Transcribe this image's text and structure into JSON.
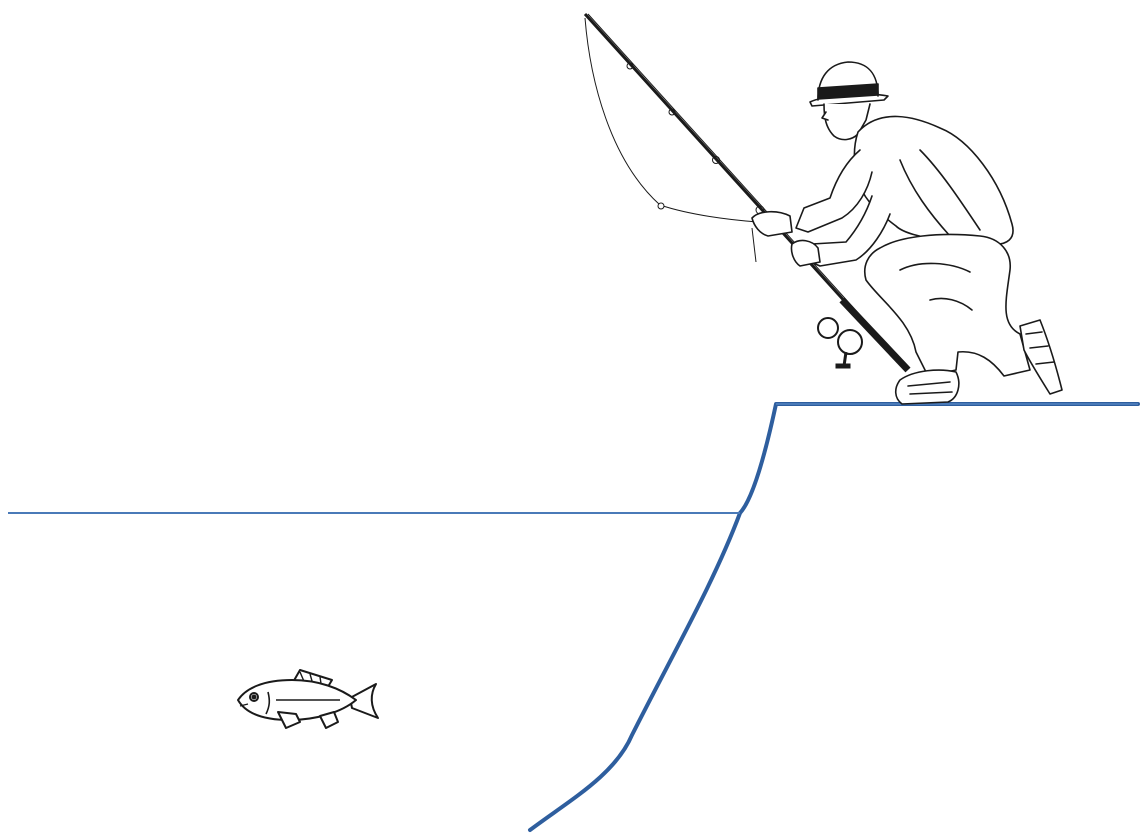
{
  "scene": {
    "colors": {
      "background": "#ffffff",
      "ground_line": "#2e5e9e",
      "water_line": "#4a7ab8",
      "ink": "#1a1a1a"
    },
    "figures": [
      {
        "name": "fisherman",
        "icon": "kneeling-fisherman-icon"
      },
      {
        "name": "fishing-rod",
        "icon": "fishing-rod-icon"
      },
      {
        "name": "fish",
        "icon": "fish-icon"
      }
    ]
  }
}
